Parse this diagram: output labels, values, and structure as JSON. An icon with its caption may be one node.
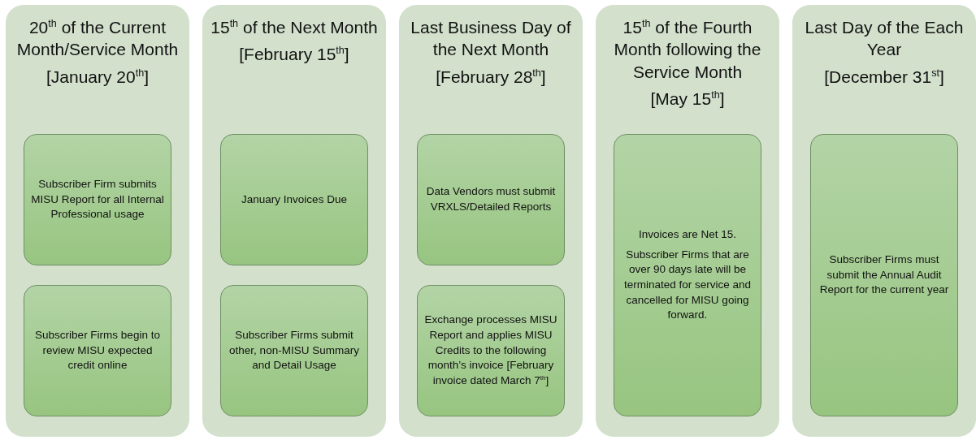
{
  "diagram": {
    "nodes": [
      {
        "text": [
          "20$^{th}$ of the Current Month/Service Month",
          "[January 20$^{th}$]"
        ]
      },
      {
        "text": [
          "Subscriber Firm submits MISU Report for all Internal Professional usage"
        ],
        "in": 0
      },
      {
        "text": [
          "Subscriber Firms begin to review MISU expected credit online"
        ],
        "in": 0
      },
      {
        "text": [
          "15$^{th}$ of the Next Month",
          "[February 15$^{th}$]"
        ]
      },
      {
        "text": [
          "January Invoices Due"
        ],
        "in": 3
      },
      {
        "text": [
          "Subscriber Firms submit other, non-MISU Summary and Detail Usage"
        ],
        "in": 3
      },
      {
        "text": [
          "Last Business Day of the Next Month",
          "[February 28$^{th}$]"
        ]
      },
      {
        "text": [
          "Data Vendors must submit VRXLS/Detailed Reports"
        ],
        "in": 6
      },
      {
        "text": [
          "Exchange processes MISU Report and applies MISU Credits to the following month’s invoice [February invoice dated March 7$^{th}$]"
        ],
        "in": 6
      },
      {
        "text": [
          "15$^{th}$ of the Fourth Month following the Service Month",
          "[May 15$^{th}$]"
        ]
      },
      {
        "text": [
          "Invoices are Net 15.",
          "Subscriber Firms that are over 90 days late will be terminated for service and cancelled for MISU going forward."
        ],
        "in": 9
      },
      {
        "text": [
          "Last Day of the Each Year",
          "[December 31$^{st}$]"
        ]
      },
      {
        "text": [
          "Subscriber Firms must submit the Annual Audit Report for the current year"
        ],
        "in": 11
      }
    ]
  }
}
